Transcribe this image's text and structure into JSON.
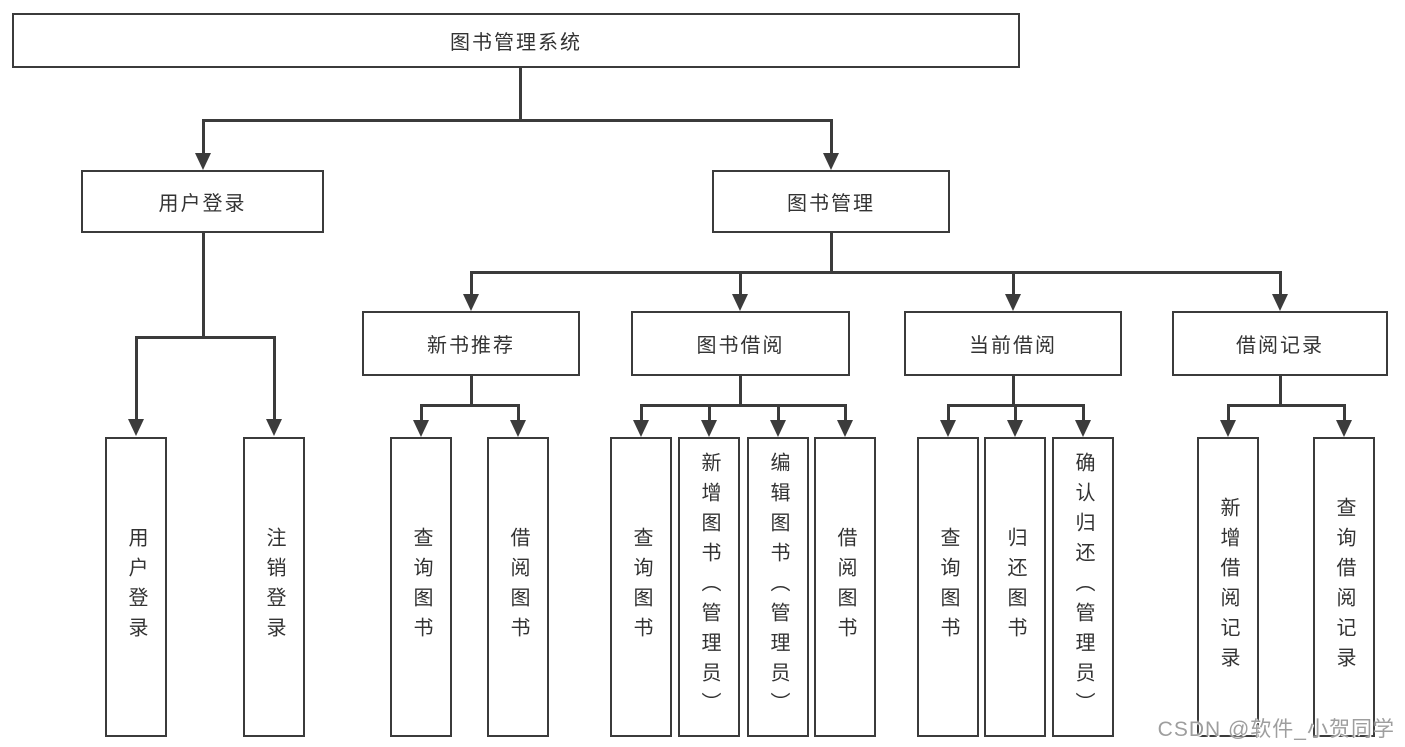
{
  "root": {
    "label": "图书管理系统"
  },
  "branches": {
    "user_login": {
      "label": "用户登录",
      "children": [
        "用户登录",
        "注销登录"
      ]
    },
    "book_mgmt": {
      "label": "图书管理"
    }
  },
  "sections": {
    "new_books": {
      "label": "新书推荐",
      "children": [
        "查询图书",
        "借阅图书"
      ]
    },
    "book_borrow": {
      "label": "图书借阅",
      "children": [
        "查询图书",
        "新增图书（管理员）",
        "编辑图书（管理员）",
        "借阅图书"
      ]
    },
    "current_borrow": {
      "label": "当前借阅",
      "children": [
        "查询图书",
        "归还图书",
        "确认归还（管理员）"
      ]
    },
    "borrow_records": {
      "label": "借阅记录",
      "children": [
        "新增借阅记录",
        "查询借阅记录"
      ]
    }
  },
  "watermark": "CSDN @软件_小贺同学",
  "colors": {
    "line": "#3b3b3b",
    "text": "#333333",
    "background": "#ffffff",
    "watermark": "#9e9e9e"
  }
}
